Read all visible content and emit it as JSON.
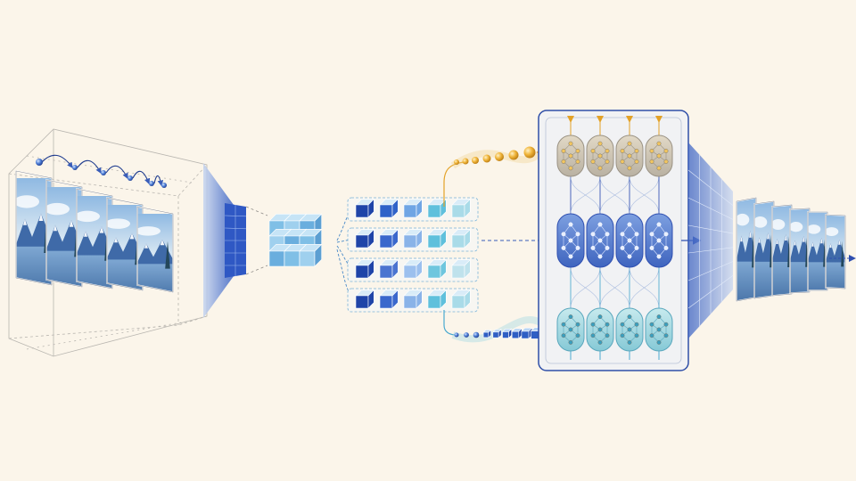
{
  "colors": {
    "background": "#fbf5ea",
    "deep_blue": "#2f4fb0",
    "mid_blue": "#5b86d6",
    "light_blue": "#8fc2e8",
    "cyan": "#5fb8d8",
    "teal_light": "#a9dbe4",
    "gold": "#e3a227",
    "gold_light": "#f2c96a",
    "panel_border": "#2f4fa8",
    "panel_fill": "#eef1f6",
    "gray_node": "#c9c6c0",
    "sky": "#a9cdea",
    "mountain": "#3f6aa8",
    "water": "#6f9ccc",
    "tree": "#24475a"
  },
  "icons": {
    "input_frames": "landscape-frame-icon",
    "tracking_points": "trajectory-point-icon",
    "latent_cube": "voxel-cube-icon",
    "token_blocks": "token-cube-icon",
    "attention_nodes": "graph-node-icon",
    "output_frames": "landscape-frame-icon"
  },
  "diagram": {
    "input_frame_count": 5,
    "token_rows": 4,
    "tokens_per_row": 5,
    "transformer_columns": 4,
    "transformer_rows": 3,
    "output_frame_count": 6,
    "gold_sequence_count": 7,
    "blue_sequence_count": 9
  }
}
